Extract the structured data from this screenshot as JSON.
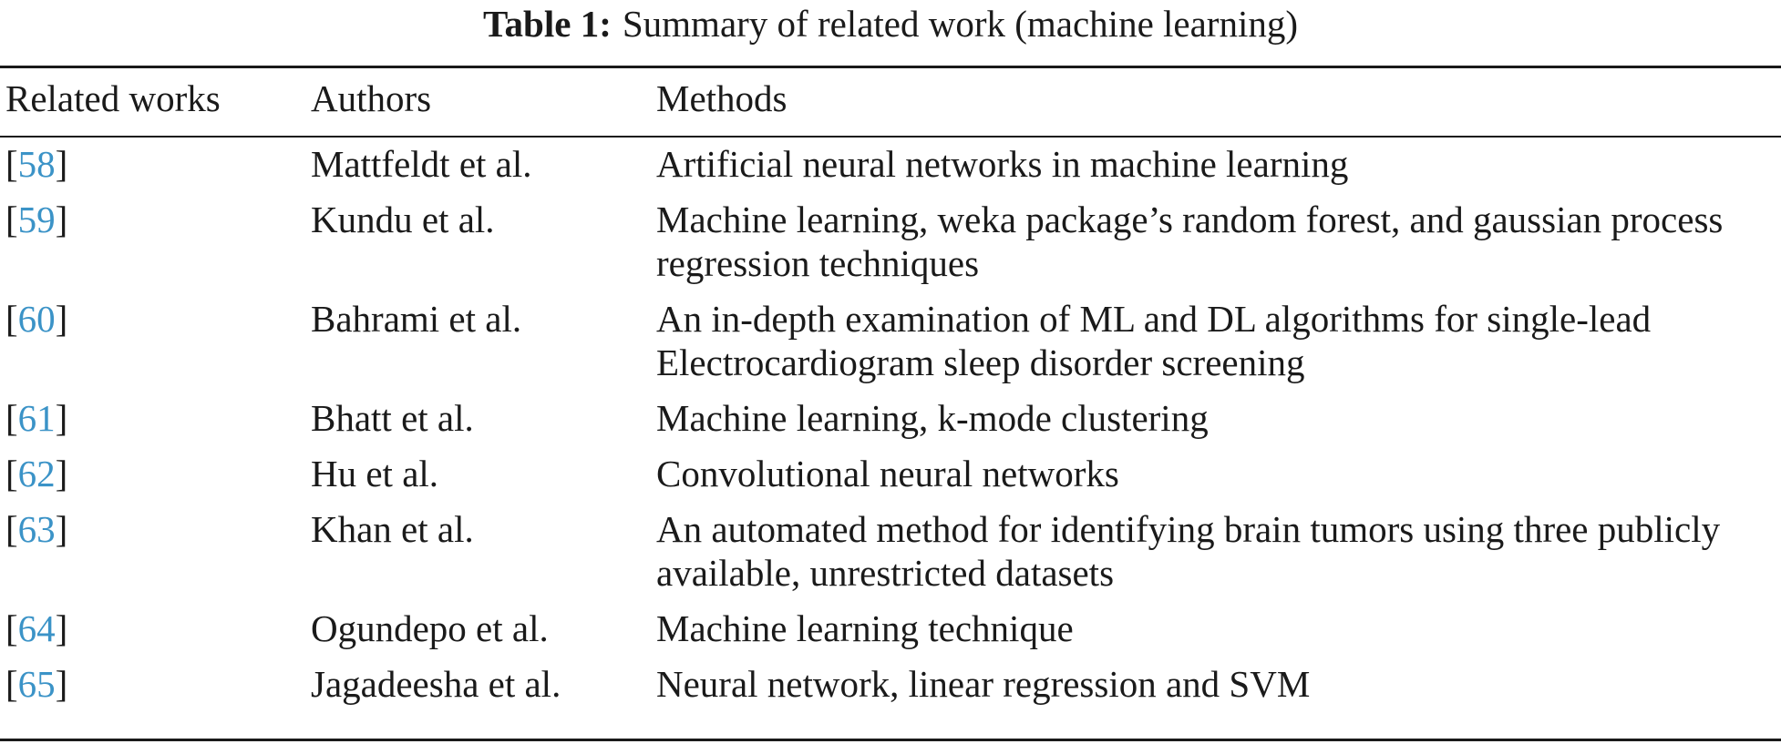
{
  "caption": {
    "label": "Table 1:",
    "text": "Summary of related work (machine learning)"
  },
  "table": {
    "headers": {
      "related_works": "Related works",
      "authors": "Authors",
      "methods": "Methods"
    },
    "bracket_open": "[",
    "bracket_close": "]",
    "rows": [
      {
        "ref": "58",
        "authors": "Mattfeldt et al.",
        "methods": "Artificial neural networks in machine learning"
      },
      {
        "ref": "59",
        "authors": "Kundu et al.",
        "methods": "Machine learning, weka package’s random forest, and gaussian process regression techniques"
      },
      {
        "ref": "60",
        "authors": "Bahrami et al.",
        "methods": "An in-depth examination of ML and DL algorithms for single-lead Electrocardiogram sleep disorder screening"
      },
      {
        "ref": "61",
        "authors": "Bhatt et al.",
        "methods": "Machine learning, k-mode clustering"
      },
      {
        "ref": "62",
        "authors": "Hu et al.",
        "methods": "Convolutional neural networks"
      },
      {
        "ref": "63",
        "authors": "Khan et al.",
        "methods": "An automated method for identifying brain tumors using three publicly available, unrestricted datasets"
      },
      {
        "ref": "64",
        "authors": "Ogundepo et al.",
        "methods": "Machine learning technique"
      },
      {
        "ref": "65",
        "authors": "Jagadeesha et al.",
        "methods": "Neural network, linear regression and SVM"
      }
    ]
  },
  "colors": {
    "text": "#1a1a1a",
    "citation_link": "#3b93c7"
  }
}
